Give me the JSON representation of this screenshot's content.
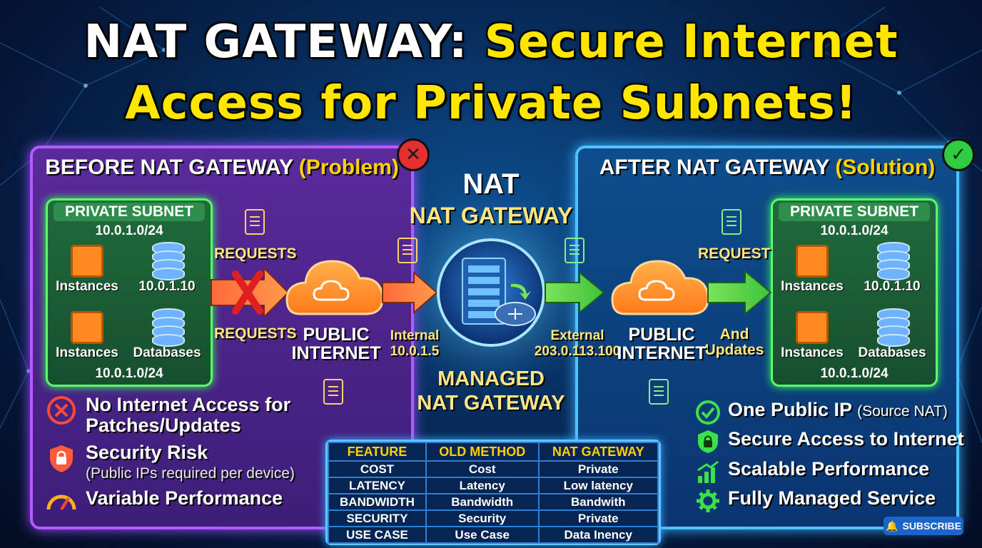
{
  "title": {
    "line1_white": "NAT GATEWAY:",
    "line1_yellow": "Secure Internet",
    "line2_yellow": "Access for Private Subnets!"
  },
  "before": {
    "heading": "BEFORE NAT GATEWAY",
    "heading_sub": "(Problem)",
    "subnet": {
      "title": "PRIVATE SUBNET",
      "cidr_top": "10.0.1.0/24",
      "cidr_bottom": "10.0.1.0/24",
      "items": [
        "Instances",
        "10.0.1.10",
        "Instances",
        "Databases"
      ]
    },
    "requests_top": "REQUESTS",
    "requests_bottom": "REQUESTS",
    "cloud_label": [
      "PUBLIC",
      "INTERNET"
    ],
    "bullets": {
      "b1": "No Internet Access for",
      "b1b": "Patches/Updates",
      "b2": "Security Risk",
      "b2b": "(Public IPs required per device)",
      "b3": "Variable Performance"
    }
  },
  "nat": {
    "top_label": "NAT",
    "name": "NAT GATEWAY",
    "internal_label": "Internal",
    "internal_ip": "10.0.1.5",
    "external_label": "External",
    "external_ip": "203.0.113.100",
    "managed_1": "MANAGED",
    "managed_2": "NAT GATEWAY"
  },
  "after": {
    "heading": "AFTER NAT GATEWAY",
    "heading_sub": "(Solution)",
    "subnet": {
      "title": "PRIVATE SUBNET",
      "cidr_top": "10.0.1.0/24",
      "cidr_bottom": "10.0.1.0/24",
      "items": [
        "Instances",
        "10.0.1.10",
        "Instances",
        "Databases"
      ]
    },
    "request": "REQUEST",
    "and_updates_1": "And",
    "and_updates_2": "Updates",
    "cloud_label": [
      "PUBLIC",
      "INTERNET"
    ],
    "bullets": {
      "b1": "One Public IP",
      "b1b": "(Source NAT)",
      "b2": "Secure Access to Internet",
      "b3": "Scalable Performance",
      "b4": "Fully Managed Service"
    }
  },
  "table": {
    "headers": [
      "FEATURE",
      "OLD METHOD",
      "NAT GATEWAY"
    ],
    "rows": [
      [
        "COST",
        "Cost",
        "Private"
      ],
      [
        "LATENCY",
        "Latency",
        "Low latency"
      ],
      [
        "BANDWIDTH",
        "Bandwidth",
        "Bandwith"
      ],
      [
        "SECURITY",
        "Security",
        "Private"
      ],
      [
        "USE CASE",
        "Use Case",
        "Data Inency"
      ]
    ]
  },
  "subscribe": "SUBSCRIBE",
  "colors": {
    "title_yellow": "#ffe600",
    "left_panel_border": "#b25cff",
    "right_panel_border": "#4fc3ff",
    "subnet_border": "#5cff6a",
    "bad": "#e53030",
    "good": "#2ecc40"
  }
}
